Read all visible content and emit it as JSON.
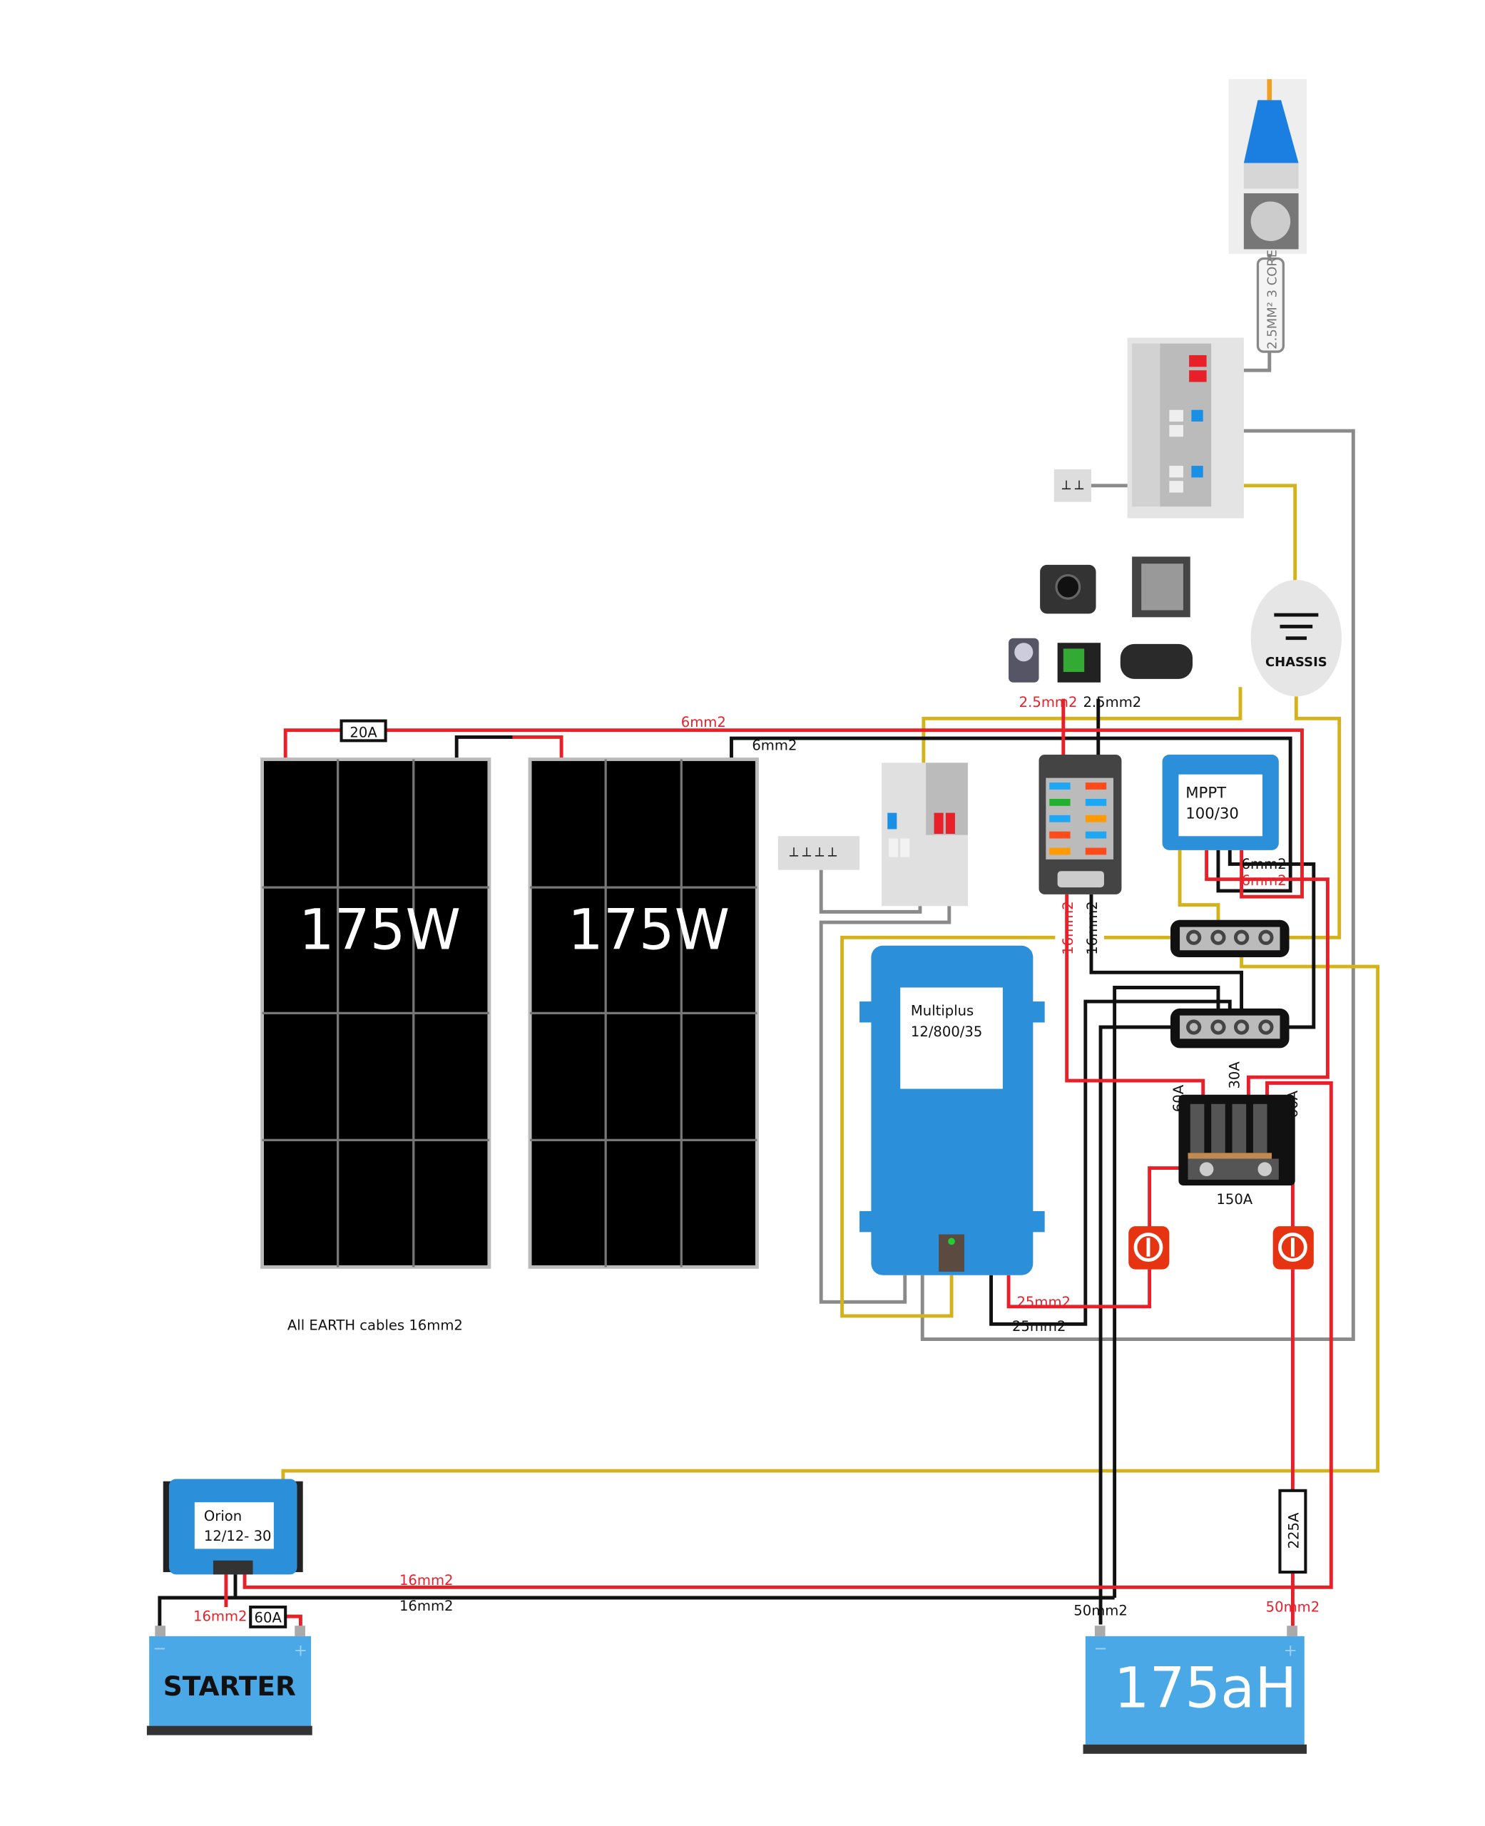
{
  "colors": {
    "positive": "#e8202a",
    "negative": "#111111",
    "earth": "#d4b21c",
    "ac": "#8a8a8a",
    "victron_blue": "#2b8fd9",
    "battery_blue": "#4aa8e6"
  },
  "hookup": {
    "cable_label": "2.5MM² 3 CORE",
    "icon": "hookup-plug-icon"
  },
  "chassis": {
    "label": "CHASSIS",
    "icon": "ground-icon"
  },
  "solar": {
    "panels": [
      {
        "label": "175W"
      },
      {
        "label": "175W"
      }
    ],
    "fuse": "20A",
    "pos_cable": "6mm2",
    "neg_cable": "6mm2"
  },
  "loads": {
    "pos_cable": "2.5mm2",
    "neg_cable": "2.5mm2",
    "icons": [
      "12v-socket-icon",
      "fridge-icon",
      "water-pump-icon",
      "battery-monitor-icon",
      "diesel-heater-icon"
    ]
  },
  "fuse_box": {
    "pos_cable": "16mm2",
    "neg_cable": "16mm2"
  },
  "mppt": {
    "line1": "MPPT",
    "line2": "100/30",
    "pos_cable": "6mm2",
    "neg_cable": "6mm2"
  },
  "multiplus": {
    "line1": "Multiplus",
    "line2": "12/800/35",
    "pos_cable": "25mm2",
    "neg_cable": "25mm2"
  },
  "fuse_holder": {
    "fuse_left": "60A",
    "fuse_mid": "30A",
    "fuse_right": "60A",
    "main": "150A"
  },
  "house_fuse": "225A",
  "orion": {
    "line1": "Orion",
    "line2": "12/12- 30",
    "in_cable": "16mm2",
    "in_fuse": "60A",
    "out_pos_cable": "16mm2",
    "out_neg_cable": "16mm2"
  },
  "starter_battery": {
    "label": "STARTER",
    "minus": "−",
    "plus": "+"
  },
  "house_battery": {
    "label": "175aH",
    "minus": "−",
    "plus": "+",
    "pos_cable": "50mm2",
    "neg_cable": "50mm2"
  },
  "note": "All EARTH cables 16mm2"
}
